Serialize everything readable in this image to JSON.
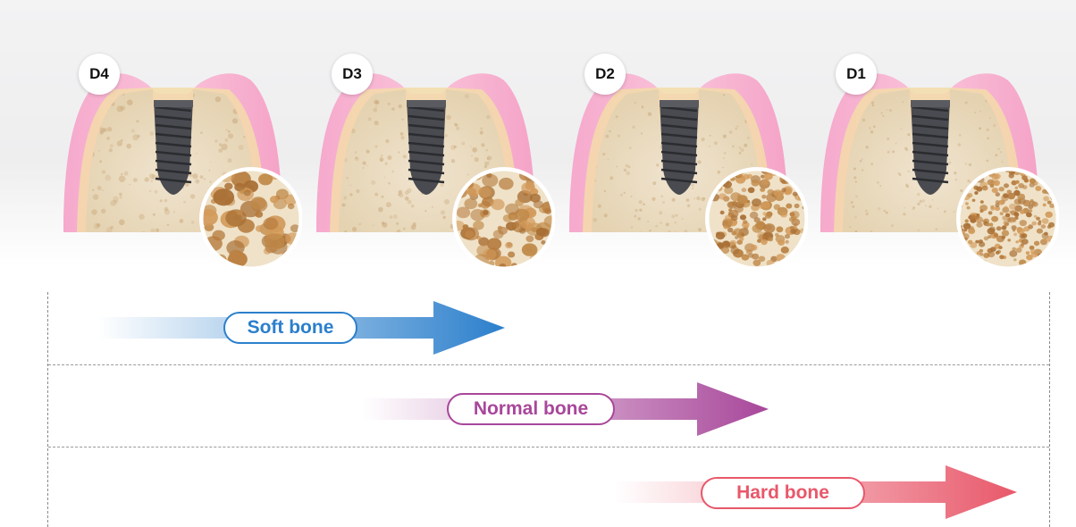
{
  "samples": [
    {
      "label": "D4"
    },
    {
      "label": "D3"
    },
    {
      "label": "D2"
    },
    {
      "label": "D1"
    }
  ],
  "arrows": [
    {
      "label": "Soft bone",
      "color": "#2b7fcc"
    },
    {
      "label": "Normal bone",
      "color": "#a8479a"
    },
    {
      "label": "Hard bone",
      "color": "#e8586a"
    }
  ]
}
